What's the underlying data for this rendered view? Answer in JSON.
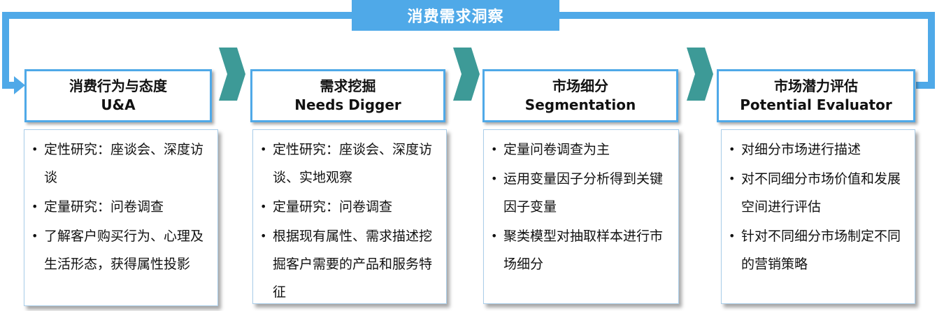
{
  "title": "消费需求洞察",
  "colors": {
    "accent": "#4fa9e8",
    "arrow": "#3d9a97"
  },
  "stages": [
    {
      "name_cn": "消费行为与态度",
      "name_en": "U&A",
      "bullets": [
        "定性研究：座谈会、深度访谈",
        "定量研究：问卷调查",
        "了解客户购买行为、心理及生活形态，获得属性投影"
      ]
    },
    {
      "name_cn": "需求挖掘",
      "name_en": "Needs Digger",
      "bullets": [
        "定性研究：座谈会、深度访谈、实地观察",
        "定量研究：问卷调查",
        "根据现有属性、需求描述挖掘客户需要的产品和服务特征"
      ]
    },
    {
      "name_cn": "市场细分",
      "name_en": "Segmentation",
      "bullets": [
        "定量问卷调查为主",
        "运用变量因子分析得到关键因子变量",
        "聚类模型对抽取样本进行市场细分"
      ]
    },
    {
      "name_cn": "市场潜力评估",
      "name_en": "Potential Evaluator",
      "bullets": [
        "对细分市场进行描述",
        "对不同细分市场价值和发展空间进行评估",
        "针对不同细分市场制定不同的营销策略"
      ]
    }
  ]
}
